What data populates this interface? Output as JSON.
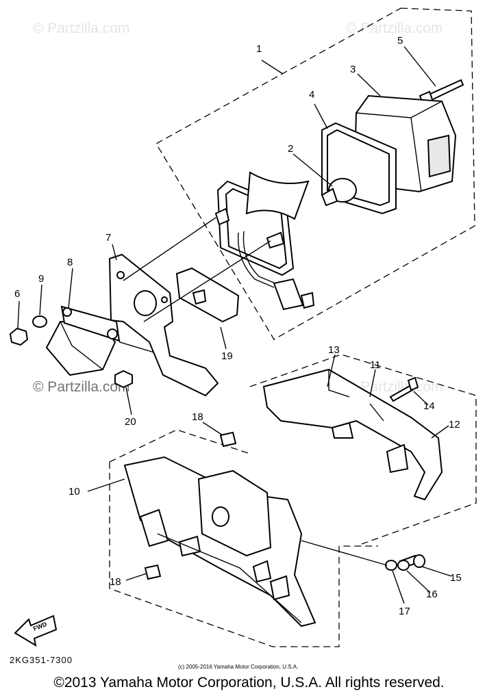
{
  "watermarks": {
    "top_left": "© Partzilla.com",
    "top_right": "© Partzilla.com",
    "middle_left": "© Partzilla.com",
    "middle_right": "© Partzilla.com"
  },
  "callouts": {
    "c1": "1",
    "c2": "2",
    "c3": "3",
    "c4": "4",
    "c5": "5",
    "c6": "6",
    "c7": "7",
    "c8": "8",
    "c9": "9",
    "c10": "10",
    "c11": "11",
    "c12": "12",
    "c13": "13",
    "c14": "14",
    "c15": "15",
    "c16": "16",
    "c17": "17",
    "c18a": "18",
    "c18b": "18",
    "c19": "19",
    "c20": "20"
  },
  "fwd_label": "FWD",
  "diagram_code": "2KG351-7300",
  "small_copyright": "(c) 2005-2016 Yamaha Motor Corporation, U.S.A.",
  "copyright": "©2013 Yamaha Motor Corporation, U.S.A. All rights reserved."
}
